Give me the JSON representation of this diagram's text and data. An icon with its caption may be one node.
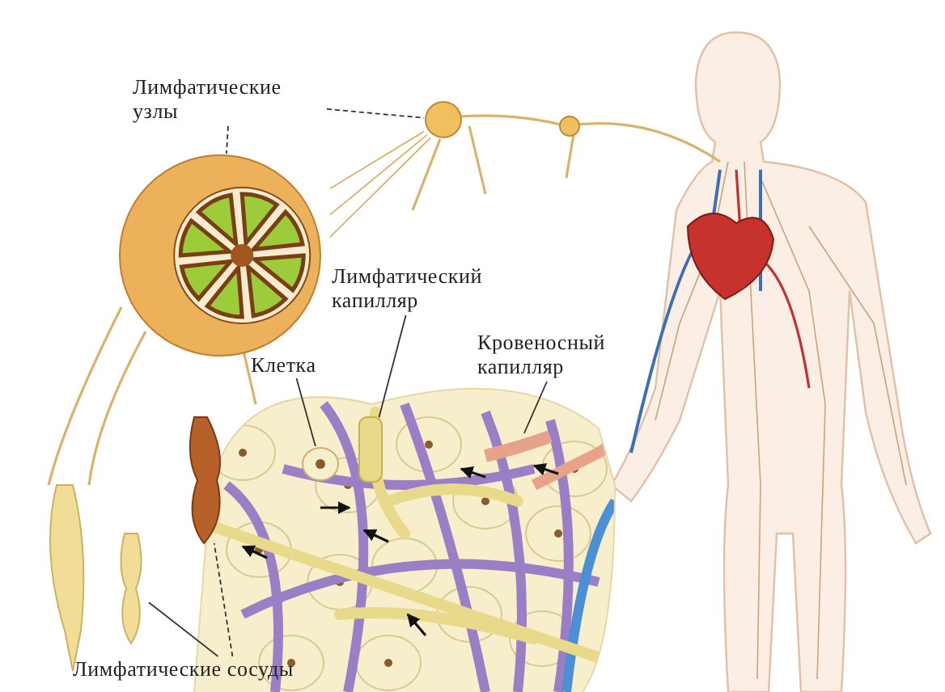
{
  "diagram": {
    "nodes": [
      {
        "text": [
          "Лимфатические узлы"
        ]
      },
      {
        "text": [],
        "shape": "picture"
      },
      {
        "text": [],
        "shape": "circle"
      },
      {
        "text": [
          "Лимфатический капилляр"
        ]
      },
      {
        "text": [],
        "shape": "bar"
      },
      {
        "text": [
          "Клетка"
        ]
      },
      {
        "text": [],
        "shape": "picture"
      },
      {
        "text": [
          "Кровеносный капилляр"
        ]
      },
      {
        "text": [],
        "shape": "picture"
      },
      {
        "text": [
          "Лимфатические сосуды"
        ]
      },
      {
        "text": [],
        "shape": "picture"
      },
      {
        "text": [],
        "shape": "picture"
      }
    ],
    "edges": [
      {
        "from": 0,
        "to": 1,
        "arrow": "none",
        "style": "dashed"
      },
      {
        "from": 0,
        "to": 2,
        "arrow": "none",
        "style": "dashed"
      },
      {
        "from": 3,
        "to": 4,
        "arrow": "none"
      },
      {
        "from": 5,
        "to": 6,
        "arrow": "none"
      },
      {
        "from": 7,
        "to": 8,
        "arrow": "none"
      },
      {
        "from": 9,
        "to": 10,
        "arrow": "none"
      },
      {
        "from": 9,
        "to": 11,
        "arrow": "none",
        "style": "dashed"
      },
      {
        "from": 1,
        "to": 2,
        "arrow": "none",
        "color": "#d9b36a"
      },
      {
        "from": 1,
        "to": 2,
        "arrow": "none",
        "color": "#d9b36a"
      },
      {
        "from": 1,
        "to": 2,
        "arrow": "none",
        "color": "#d9b36a"
      }
    ]
  }
}
